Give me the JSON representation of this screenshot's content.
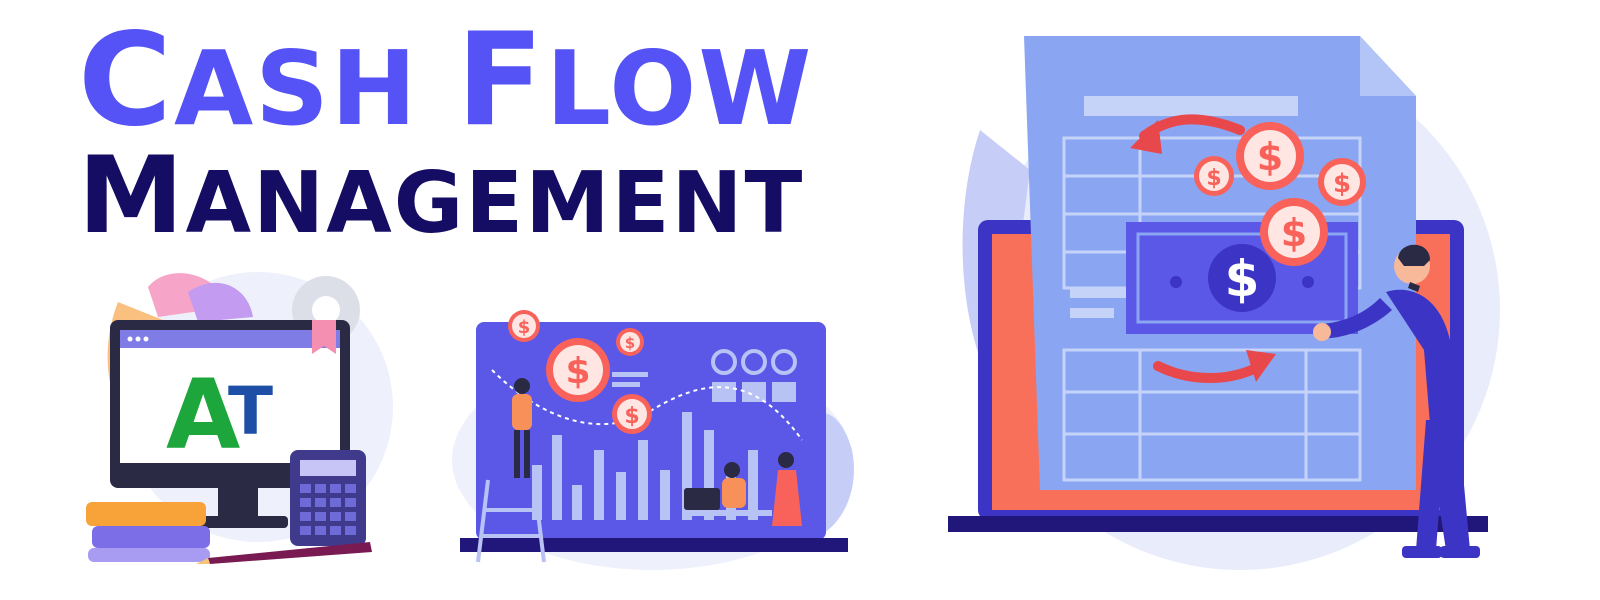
{
  "heading": {
    "line1": [
      "C",
      "ASH ",
      "F",
      "LOW"
    ],
    "line2": [
      "M",
      "ANAGEMENT"
    ]
  },
  "logo": {
    "letter1": "A",
    "letter2": "T"
  },
  "coin_symbol": "$",
  "colors": {
    "title_primary": "#5552f6",
    "title_secondary": "#150d63",
    "coin": "#f8625a",
    "document": "#8aa6f2",
    "screen": "#5b58e8",
    "dark_base": "#21167a",
    "logo_green": "#1da63b",
    "logo_blue": "#1d4fa6"
  },
  "icons": [
    "monitor-icon",
    "calculator-icon",
    "books-icon",
    "gear-icon",
    "pencil-icon",
    "dashboard-icon",
    "bar-chart-icon",
    "coin-icon",
    "banknote-icon",
    "document-icon",
    "laptop-icon",
    "arrow-icon",
    "person-icon"
  ]
}
